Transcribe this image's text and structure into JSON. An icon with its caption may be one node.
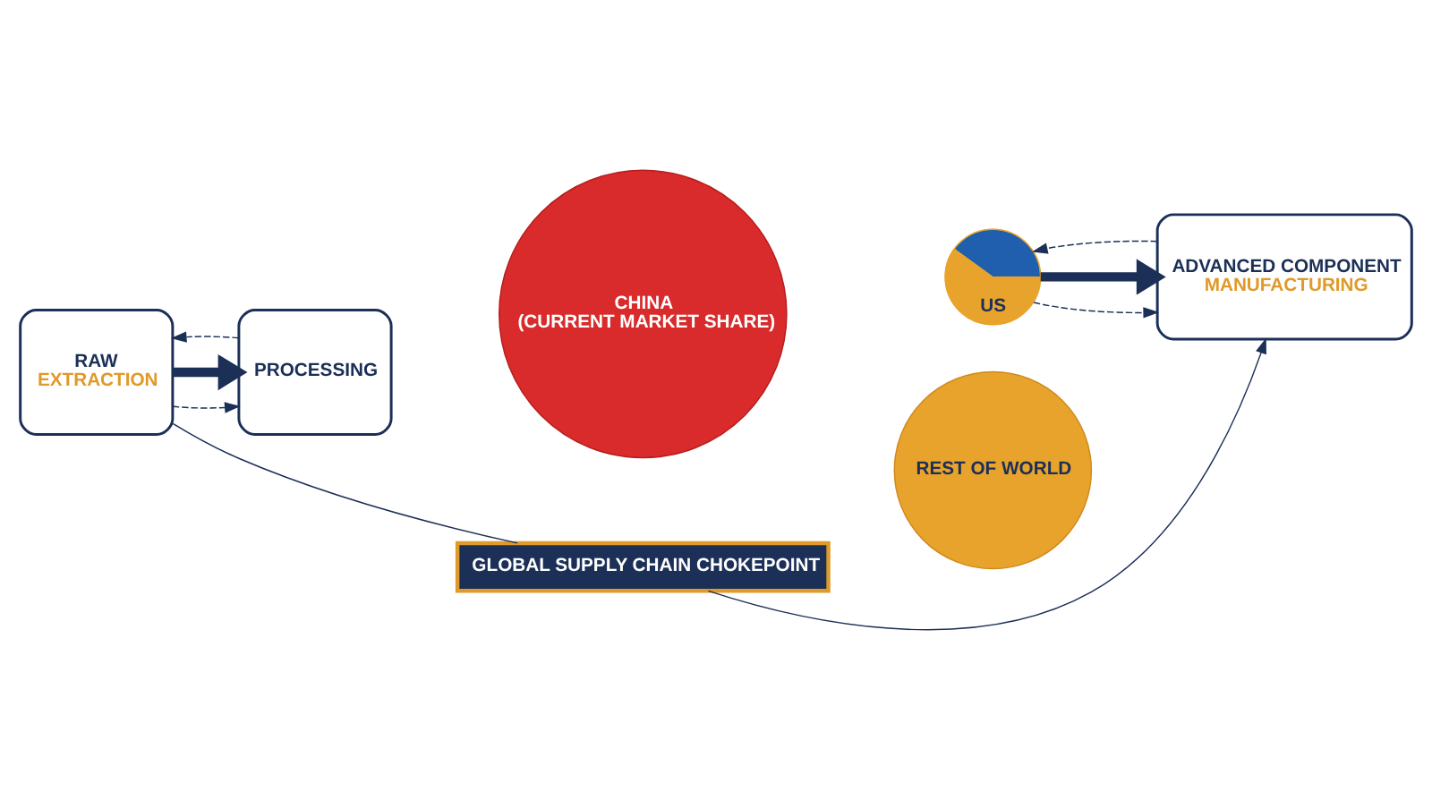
{
  "diagram": {
    "nodes": [
      {
        "text": [
          "RAW",
          "EXTRACTION"
        ]
      },
      {
        "text": [
          "PROCESSING"
        ]
      },
      {
        "text": [
          "CHINA",
          "(CURRENT MARKET SHARE)"
        ]
      },
      {
        "text": [
          "US"
        ]
      },
      {
        "text": [
          "REST OF WORLD"
        ]
      },
      {
        "text": [
          "ADVANCED COMPONENT",
          "MANUFACTURING"
        ]
      },
      {
        "text": [
          "GLOBAL SUPPLY CHAIN CHOKEPOINT"
        ]
      }
    ],
    "edges": [
      {
        "from": 0,
        "to": 1,
        "arrow": "to",
        "style": "dashed"
      },
      {
        "from": 0,
        "to": 1,
        "arrow": "to",
        "style": "thick"
      },
      {
        "from": 1,
        "to": 0,
        "arrow": "to",
        "style": "dashed"
      },
      {
        "from": 3,
        "to": 5,
        "arrow": "to",
        "style": "dashed"
      },
      {
        "from": 3,
        "to": 5,
        "arrow": "to",
        "style": "thick"
      },
      {
        "from": 5,
        "to": 3,
        "arrow": "to",
        "style": "dashed"
      },
      {
        "from": 0,
        "to": 6,
        "arrow": "none"
      },
      {
        "from": 6,
        "to": 5,
        "arrow": "to"
      }
    ]
  }
}
